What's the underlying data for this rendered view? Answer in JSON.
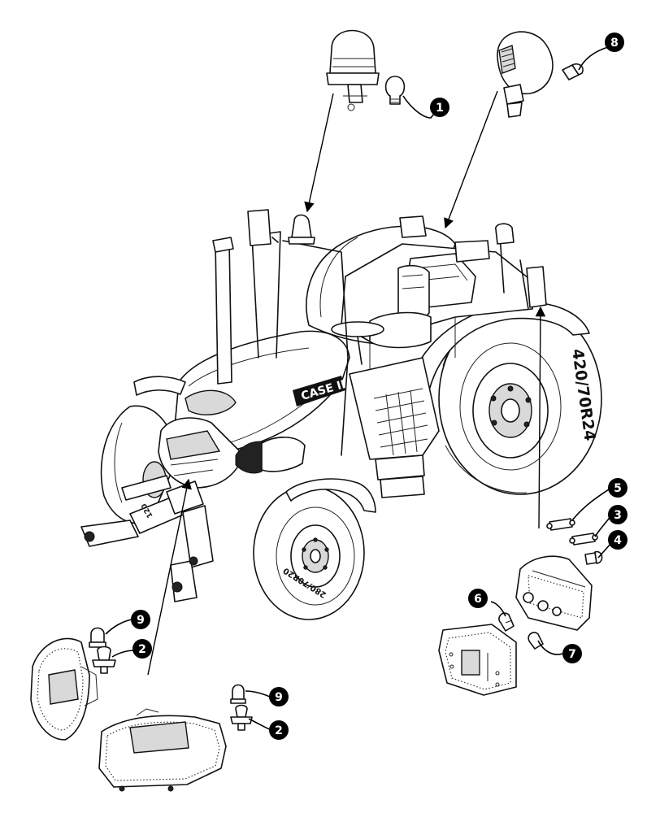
{
  "brand_text": "CASE IH",
  "tyre_rear": "420/70R24",
  "tyre_front": "280/70R20",
  "tyre_front_partial": "120",
  "callouts": [
    {
      "id": "c1",
      "label": "1"
    },
    {
      "id": "c8",
      "label": "8"
    },
    {
      "id": "c5",
      "label": "5"
    },
    {
      "id": "c3",
      "label": "3"
    },
    {
      "id": "c4",
      "label": "4"
    },
    {
      "id": "c6",
      "label": "6"
    },
    {
      "id": "c7",
      "label": "7"
    },
    {
      "id": "c9a",
      "label": "9"
    },
    {
      "id": "c2a",
      "label": "2"
    },
    {
      "id": "c9b",
      "label": "9"
    },
    {
      "id": "c2b",
      "label": "2"
    }
  ]
}
